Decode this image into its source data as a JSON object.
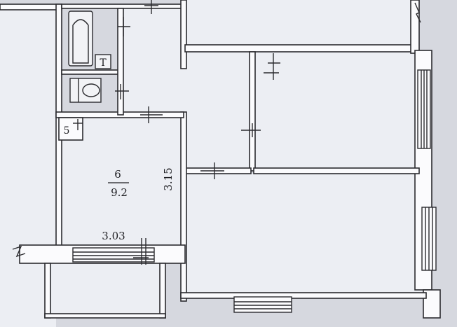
{
  "rooms": {
    "kitchen": {
      "number": "6",
      "area": "9.2"
    },
    "wc": {
      "number": "5"
    }
  },
  "dimensions": {
    "kitchen_width": "3.03",
    "kitchen_length": "3.15"
  },
  "fixtures": {
    "toilet_tank_letter": "T"
  },
  "colors": {
    "paper": "#d6d8df",
    "wall": "#2b2b2f"
  }
}
